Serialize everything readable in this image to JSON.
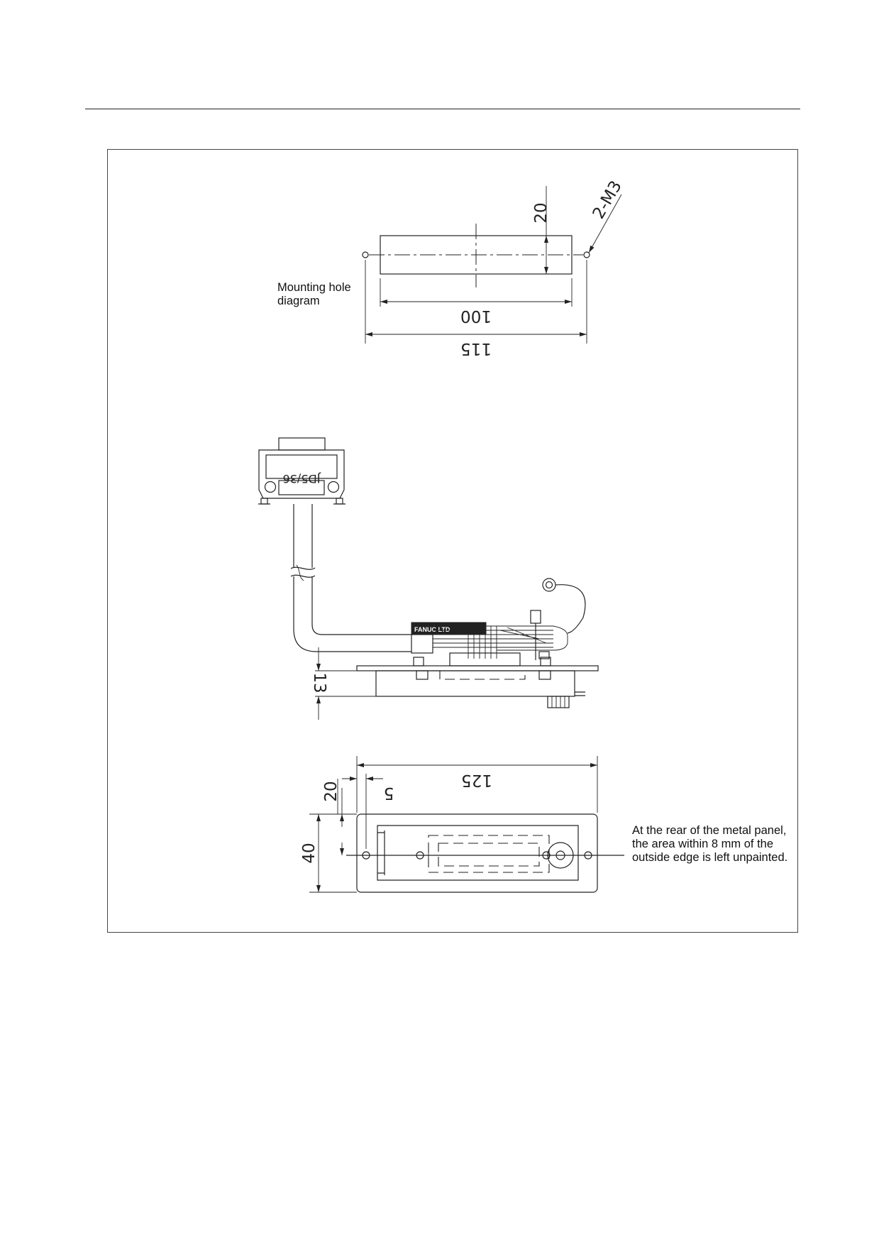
{
  "notes": {
    "mounting_hole": "Mounting hole diagram",
    "unpainted": "At the rear of the metal panel, the area within 8 mm of the outside edge is left unpainted."
  },
  "dimensions": {
    "hole_height": "20",
    "hole_spec": "2-M3",
    "hole_width_inner": "100",
    "hole_width_outer": "115",
    "panel_thickness": "13",
    "panel_width": "125",
    "edge_offset": "5",
    "panel_half_height": "20",
    "panel_height": "40"
  },
  "labels": {
    "connector_name": "JD5/36",
    "maker_plate": "FANUC LTD"
  }
}
